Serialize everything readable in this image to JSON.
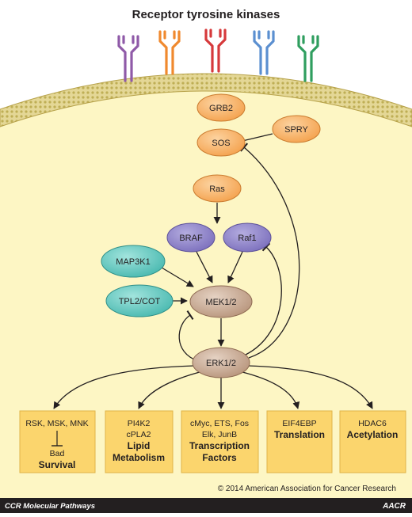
{
  "title": "Receptor tyrosine kinases",
  "receptor_colors": [
    "#8f5aa8",
    "#f0892e",
    "#d6393b",
    "#5b8fd0",
    "#2f9e5f"
  ],
  "colors": {
    "background": "#fdf6c4",
    "membrane": "#dccf84",
    "membrane_head": "#c9b95e",
    "node_orange": "#f7b46a",
    "node_purple": "#8c82c8",
    "node_teal": "#63c8c0",
    "node_brown": "#c8aa94",
    "box_fill": "#fbd56d",
    "footer": "#231f20"
  },
  "nodes": {
    "grb2": "GRB2",
    "sos": "SOS",
    "spry": "SPRY",
    "ras": "Ras",
    "braf": "BRAF",
    "raf1": "Raf1",
    "map3k1": "MAP3K1",
    "tpl2": "TPL2/COT",
    "mek": "MEK1/2",
    "erk": "ERK1/2"
  },
  "boxes": {
    "survival": {
      "top": "RSK, MSK, MNK",
      "sub": "Bad",
      "title": "Survival"
    },
    "lipid": {
      "line1": "PI4K2",
      "line2": "cPLA2",
      "title1": "Lipid",
      "title2": "Metabolism"
    },
    "transcription": {
      "line1": "cMyc, ETS, Fos",
      "line2": "Elk, JunB",
      "title1": "Transcription",
      "title2": "Factors"
    },
    "translation": {
      "line1": "EIF4EBP",
      "title": "Translation"
    },
    "acetylation": {
      "line1": "HDAC6",
      "title": "Acetylation"
    }
  },
  "copyright": "© 2014 American Association for Cancer Research",
  "footer": {
    "left": "CCR Molecular Pathways",
    "logo": "AACR"
  }
}
